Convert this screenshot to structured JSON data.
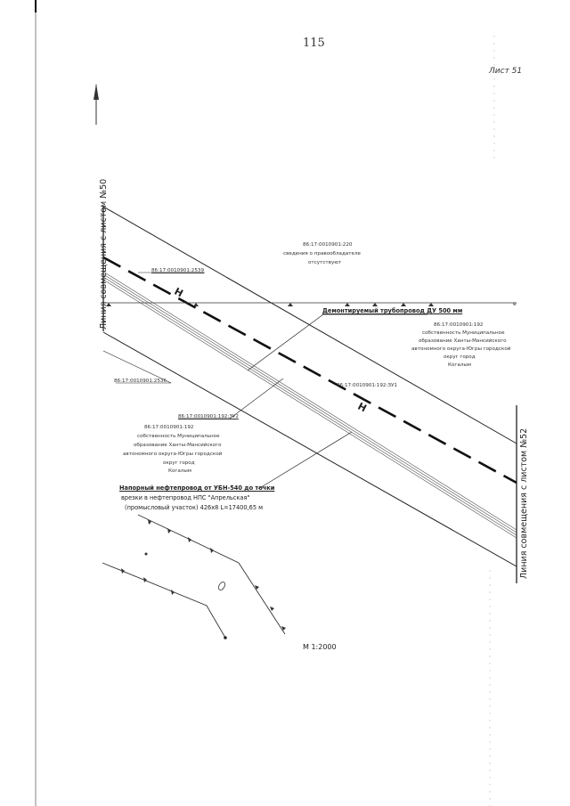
{
  "page_number": "115",
  "sheet": "Лист 51",
  "match_line_left": "Линия совмещения с листом №50",
  "match_line_right": "Линия совмещения с листом №52",
  "parcels": {
    "top": [
      "86:17:0010901:220",
      "сведения о правообладателе",
      "отсутствуют"
    ],
    "right": [
      "86:17:0010901:192",
      "собственность Муниципальное",
      "образование Ханты-Мансийского",
      "автономного округа-Югры городской",
      "округ город",
      "Когалым"
    ],
    "left": [
      "86:17:0010901:192",
      "собственность Муниципальное",
      "образование Ханты-Мансийского",
      "автономного округа-Югры городской",
      "округ город",
      "Когалым"
    ],
    "small_codes": [
      "86:17:0010901:2539",
      "86:17:0010901:2536",
      "86:17:0010901:192:ЗУ1",
      "86:17:0010901:192:ЗУ2"
    ]
  },
  "dismantle_label": "Демонтируемый трубопровод ДУ 500 мм",
  "pipe_letter": "Н",
  "pipeline_description": [
    "Напорный нефтепровод от УБН-540 до точки",
    "врезки в нефтепровод НПС \"Апрельская\"",
    "(промысловый участок) 426х8 L=17400,65 м"
  ],
  "scale": "М 1:2000"
}
